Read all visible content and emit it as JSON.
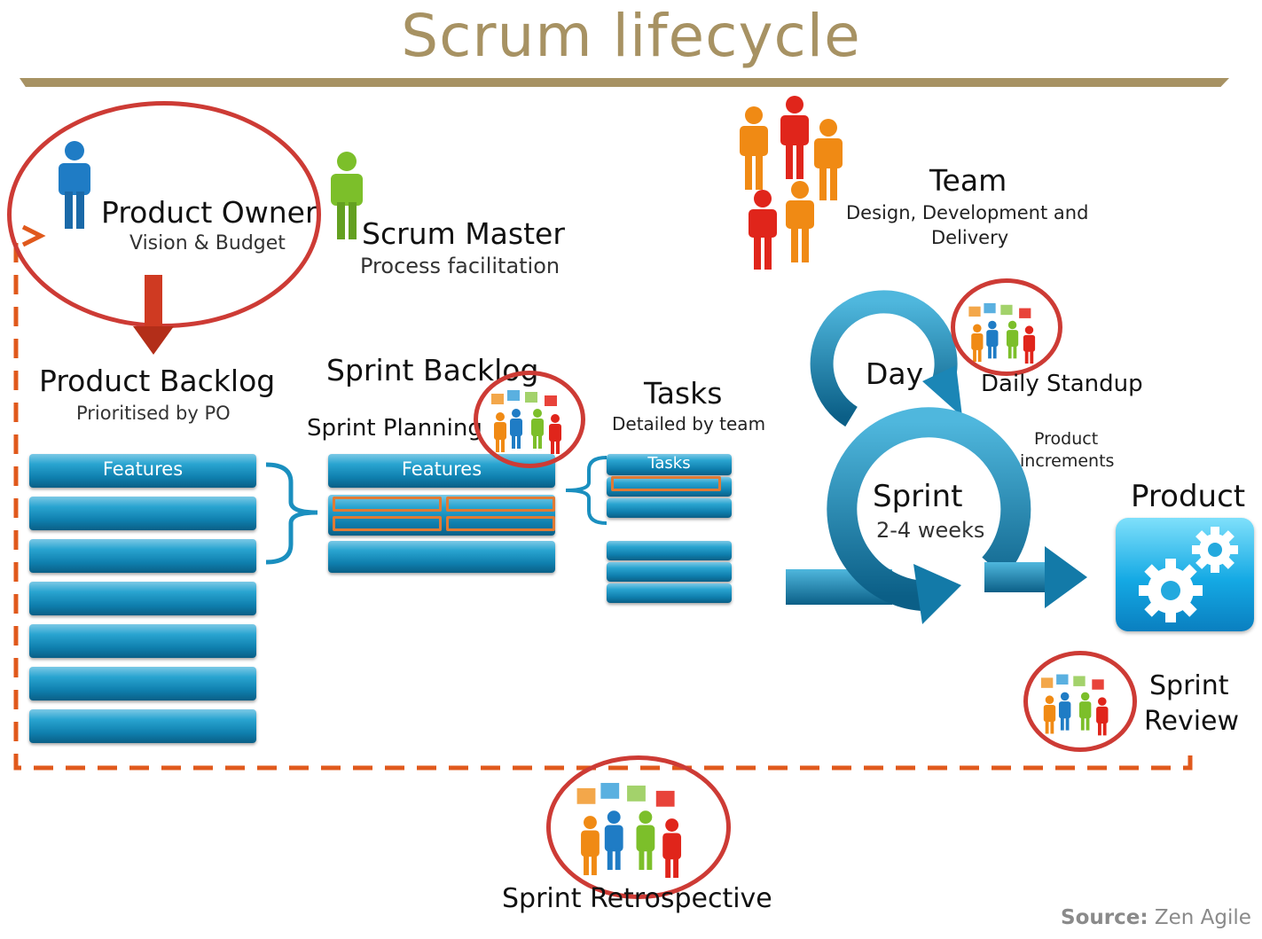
{
  "title": "Scrum lifecycle",
  "roles": {
    "product_owner": {
      "name": "Product Owner",
      "desc": "Vision & Budget"
    },
    "scrum_master": {
      "name": "Scrum Master",
      "desc": "Process facilitation"
    },
    "team": {
      "name": "Team",
      "desc_line1": "Design, Development and",
      "desc_line2": "Delivery"
    }
  },
  "product_backlog": {
    "title": "Product Backlog",
    "subtitle": "Prioritised by PO",
    "header": "Features"
  },
  "sprint_backlog": {
    "title": "Sprint Backlog",
    "planning": "Sprint Planning",
    "header": "Features"
  },
  "tasks": {
    "title": "Tasks",
    "subtitle": "Detailed by team",
    "header": "Tasks"
  },
  "cycle": {
    "day": "Day",
    "sprint": "Sprint",
    "duration": "2-4 weeks",
    "increments_line1": "Product",
    "increments_line2": "increments"
  },
  "events": {
    "daily_standup": "Daily Standup",
    "sprint_review_line1": "Sprint",
    "sprint_review_line2": "Review",
    "retrospective": "Sprint Retrospective"
  },
  "product": {
    "label": "Product"
  },
  "source": {
    "prefix": "Source:",
    "name": "Zen Agile"
  },
  "colors": {
    "title": "#a79263",
    "ring": "#cd3b35",
    "dashed": "#e0591c",
    "bar": "#1a8fbf",
    "highlight": "#e07a34"
  }
}
